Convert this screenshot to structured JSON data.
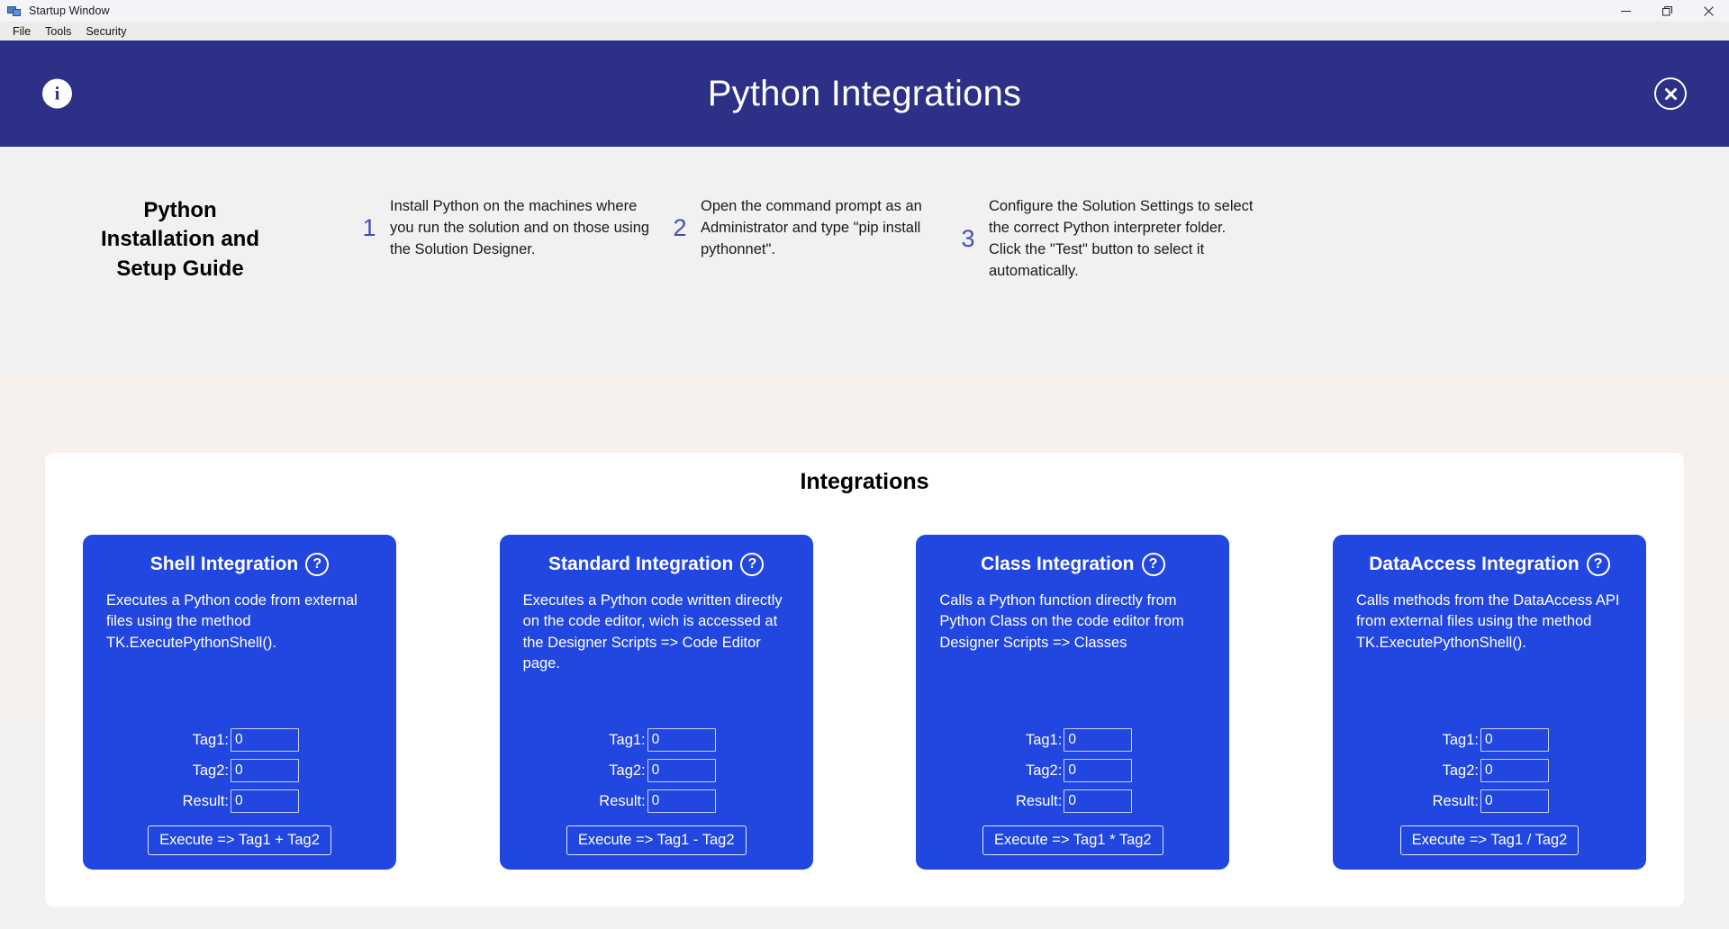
{
  "window": {
    "title": "Startup Window",
    "icon": "app-window-icon",
    "controls": {
      "minimize": "minimize-icon",
      "restore": "restore-icon",
      "close": "close-icon"
    }
  },
  "menubar": {
    "items": [
      {
        "label": "File"
      },
      {
        "label": "Tools"
      },
      {
        "label": "Security"
      }
    ]
  },
  "header": {
    "title": "Python Integrations",
    "info_icon": "i",
    "info_icon_name": "info-icon",
    "close_icon_name": "close-circle-icon",
    "background_color": "#2c3086"
  },
  "guide": {
    "title": "Python\nInstallation and\nSetup Guide",
    "title_lines": [
      "Python",
      "Installation and",
      "Setup Guide"
    ],
    "steps": [
      {
        "number": "1",
        "text": "Install Python on the machines where you run the solution and on those using the Solution Designer."
      },
      {
        "number": "2",
        "text": "Open the command prompt as an Administrator and type \"pip install pythonnet\"."
      },
      {
        "number": "3",
        "text": "Configure the Solution Settings to select the correct Python interpreter folder. Click the \"Test\" button to select it automatically."
      }
    ],
    "step_number_color": "#3f51b5"
  },
  "integrations": {
    "panel_title": "Integrations",
    "card_color": "#2246e0",
    "cards": [
      {
        "title": "Shell Integration",
        "help_icon": "?",
        "description": "Executes a Python code from external files using the method TK.ExecutePythonShell().",
        "fields": [
          {
            "label": "Tag1:",
            "value": "0"
          },
          {
            "label": "Tag2:",
            "value": "0"
          },
          {
            "label": "Result:",
            "value": "0"
          }
        ],
        "button": "Execute => Tag1 + Tag2"
      },
      {
        "title": "Standard Integration",
        "help_icon": "?",
        "description": "Executes a Python code written directly on the code editor, wich is accessed at the Designer Scripts => Code Editor page.",
        "fields": [
          {
            "label": "Tag1:",
            "value": "0"
          },
          {
            "label": "Tag2:",
            "value": "0"
          },
          {
            "label": "Result:",
            "value": "0"
          }
        ],
        "button": "Execute => Tag1 - Tag2"
      },
      {
        "title": "Class Integration",
        "help_icon": "?",
        "description": "Calls a Python function directly from Python Class on the code editor from Designer Scripts => Classes",
        "fields": [
          {
            "label": "Tag1:",
            "value": "0"
          },
          {
            "label": "Tag2:",
            "value": "0"
          },
          {
            "label": "Result:",
            "value": "0"
          }
        ],
        "button": "Execute => Tag1 * Tag2"
      },
      {
        "title": "DataAccess Integration",
        "help_icon": "?",
        "description": "Calls methods from the DataAccess API from external files using the method TK.ExecutePythonShell().",
        "fields": [
          {
            "label": "Tag1:",
            "value": "0"
          },
          {
            "label": "Tag2:",
            "value": "0"
          },
          {
            "label": "Result:",
            "value": "0"
          }
        ],
        "button": "Execute => Tag1 / Tag2"
      }
    ]
  }
}
